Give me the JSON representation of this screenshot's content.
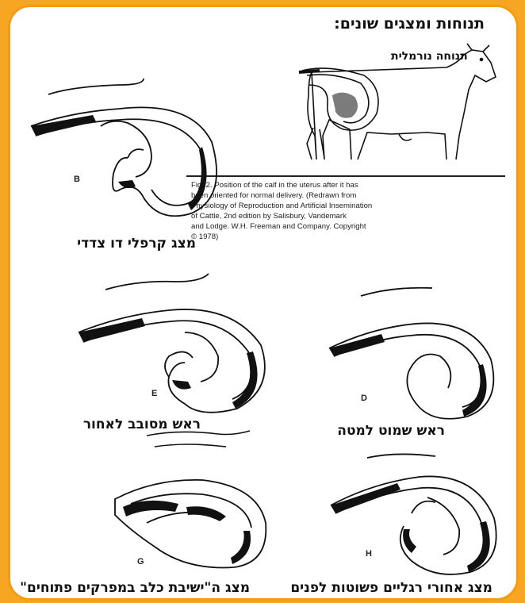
{
  "title": "תנוחות ומצגים שונים:",
  "normal_label": "תנוחה נורמלית",
  "figure_caption": "Fig. 2. Position of the calf in the uterus after it has\nbeen oriented for normal delivery. (Redrawn from\nPhysiology of Reproduction and Artificial Insemination\nof Cattle, 2nd edition by Salisbury, Vandemark\nand Lodge. W.H. Freeman and Company. Copyright\n© 1978)",
  "panels": {
    "b": {
      "letter": "B",
      "caption": "מצג קרפלי דו צדדי"
    },
    "d": {
      "letter": "D",
      "caption": "ראש שמוט למטה"
    },
    "e": {
      "letter": "E",
      "caption": "ראש מסובב לאחור"
    },
    "g": {
      "letter": "G",
      "caption": "מצג ה\"ישיבת כלב במפרקים פתוחים\""
    },
    "h": {
      "letter": "H",
      "caption": "מצג אחורי רגליים פשוטות לפנים"
    }
  },
  "colors": {
    "frame": "#f39c12",
    "background": "#f6a623",
    "ink": "#111111"
  }
}
